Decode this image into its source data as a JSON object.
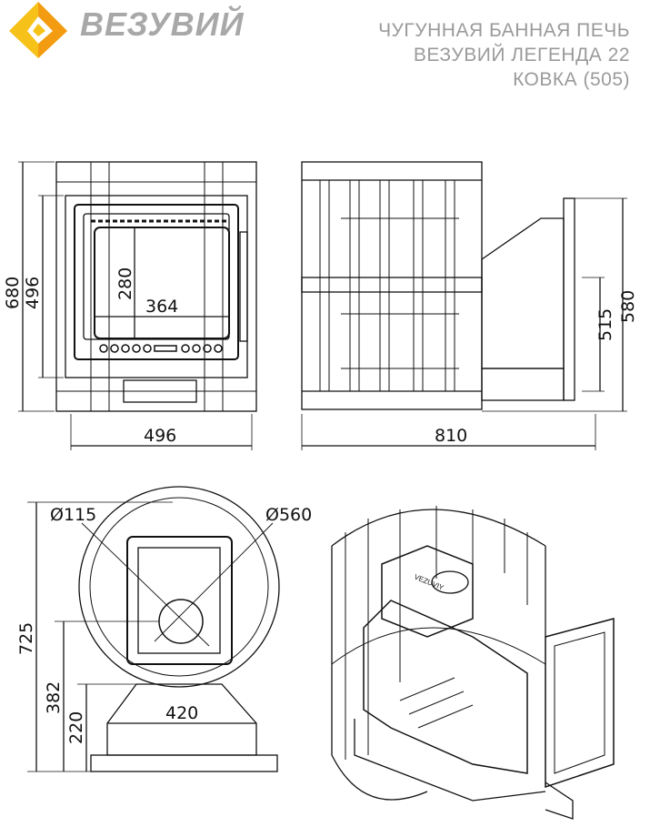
{
  "brand": {
    "name": "ВЕЗУВИЙ",
    "logo_colors": [
      "#f6c21a",
      "#f39c12"
    ]
  },
  "title": {
    "lines": [
      "ЧУГУННАЯ БАННАЯ ПЕЧЬ",
      "ВЕЗУВИЙ ЛЕГЕНДА 22",
      "КОВКА (505)"
    ]
  },
  "front_view": {
    "height_total": "680",
    "height_body": "496",
    "width": "496",
    "door_height": "280",
    "door_width": "364"
  },
  "side_view": {
    "depth": "810",
    "tunnel_height": "515",
    "tunnel_total": "580"
  },
  "top_view": {
    "chimney_diameter": "Ø115",
    "body_diameter": "Ø560",
    "length_total": "725",
    "center_offset": "382",
    "tunnel_offset": "220",
    "tunnel_width": "420"
  },
  "iso_view": {
    "brand_mark": "VEZUVIY"
  }
}
